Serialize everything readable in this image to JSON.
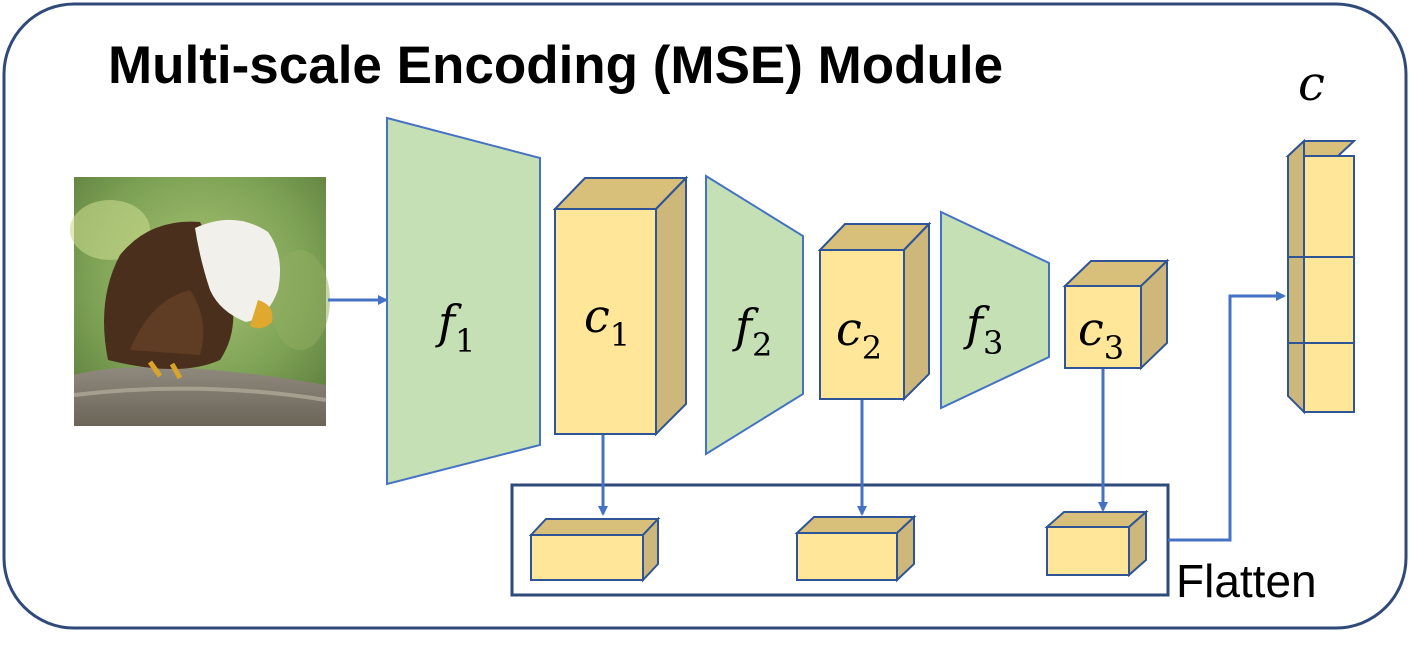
{
  "title": "Multi-scale Encoding (MSE) Module",
  "colors": {
    "frame": "#2f4a7a",
    "arrow": "#4472c4",
    "encoder_fill": "#c5e0b4",
    "encoder_stroke": "#4472c4",
    "cube_front": "#ffe699",
    "cube_top": "#d8c07a",
    "cube_side": "#cdb77a",
    "cube_stroke": "#2f5597"
  },
  "input_image": {
    "icon": "eagle-photo"
  },
  "encoders": [
    {
      "symbol": "f",
      "sub": "1"
    },
    {
      "symbol": "f",
      "sub": "2"
    },
    {
      "symbol": "f",
      "sub": "3"
    }
  ],
  "features": [
    {
      "symbol": "c",
      "sub": "1"
    },
    {
      "symbol": "c",
      "sub": "2"
    },
    {
      "symbol": "c",
      "sub": "3"
    }
  ],
  "flatten_label": "Flatten",
  "output": {
    "symbol": "c"
  }
}
